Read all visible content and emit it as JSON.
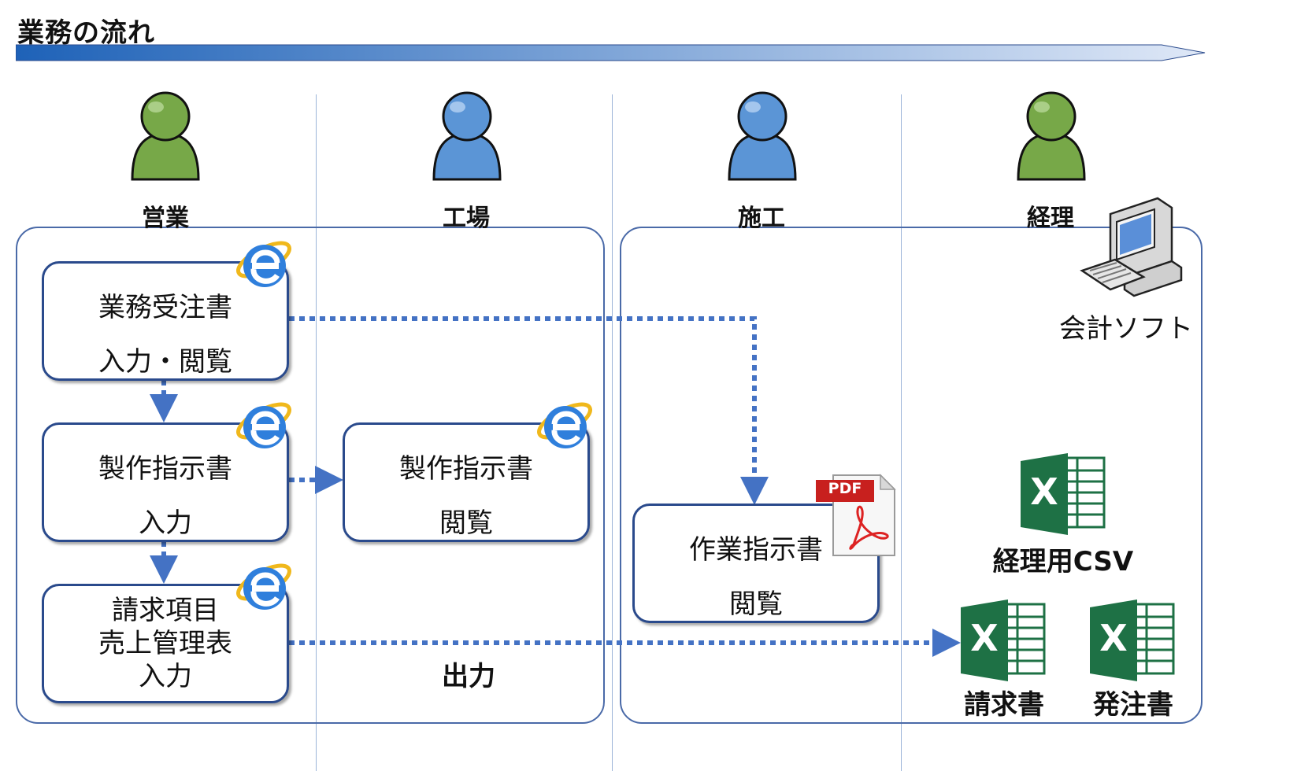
{
  "title": "業務の流れ",
  "roles": [
    {
      "label": "営業",
      "color": "green"
    },
    {
      "label": "工場",
      "color": "blue"
    },
    {
      "label": "施工",
      "color": "blue"
    },
    {
      "label": "経理",
      "color": "green"
    }
  ],
  "boxes": {
    "order": {
      "line1": "業務受注書",
      "line2": "入力・閲覧"
    },
    "production_input": {
      "line1": "製作指示書",
      "line2": "入力"
    },
    "invoice_input": {
      "line1": "請求項目",
      "line2": "売上管理表",
      "line3": "入力"
    },
    "production_view": {
      "line1": "製作指示書",
      "line2": "閲覧"
    },
    "work_view": {
      "line1": "作業指示書",
      "line2": "閲覧"
    }
  },
  "labels": {
    "accounting_software": "会計ソフト",
    "output": "出力",
    "csv": "経理用CSV",
    "invoice": "請求書",
    "purchase_order": "発注書"
  },
  "icons": {
    "pdf_text": "PDF",
    "excel_letter": "X"
  },
  "colors": {
    "arrow": "#4472c4",
    "green_person": "#77a848",
    "blue_person": "#5b95d6",
    "excel": "#1e7145"
  }
}
